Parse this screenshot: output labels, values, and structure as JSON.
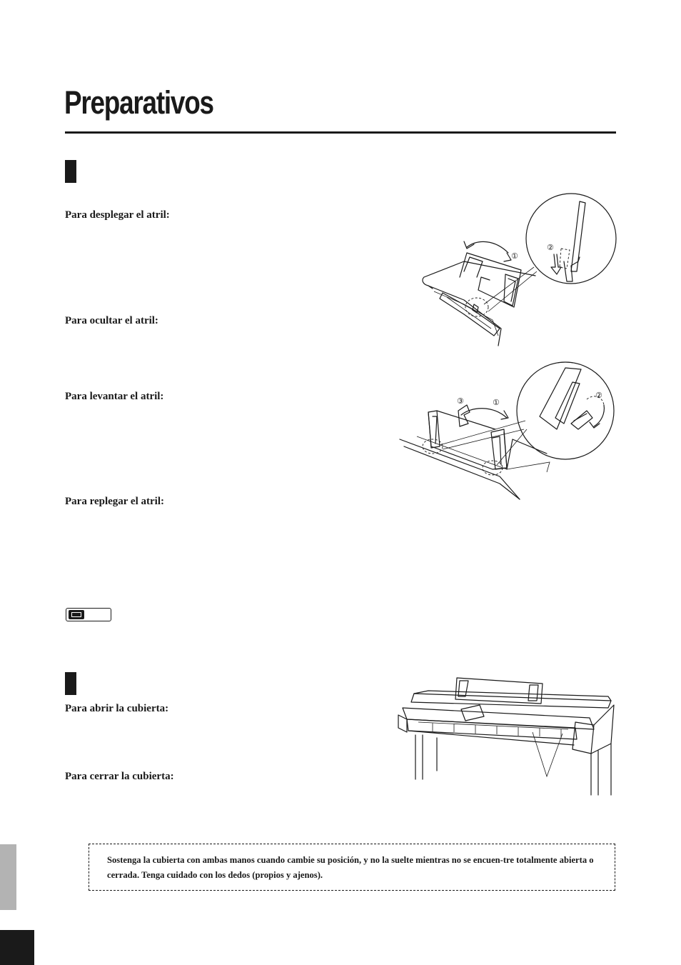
{
  "page": {
    "title": "Preparativos"
  },
  "music_rest": {
    "labels": [
      "Para desplegar el atril:",
      "Para ocultar el atril:",
      "Para levantar el atril:",
      "Para replegar el atril:"
    ],
    "figure1_steps": [
      "①",
      "②"
    ],
    "figure2_steps": [
      "③",
      "①",
      "②"
    ]
  },
  "note_icon": "keyboard-note-icon",
  "key_cover": {
    "labels": [
      "Para abrir la cubierta:",
      "Para cerrar la cubierta:"
    ]
  },
  "caution": {
    "text": "Sostenga la cubierta con ambas manos cuando cambie su posición, y no la suelte mientras no se encuen-tre totalmente abierta o cerrada. Tenga cuidado con los dedos (propios y ajenos)."
  }
}
